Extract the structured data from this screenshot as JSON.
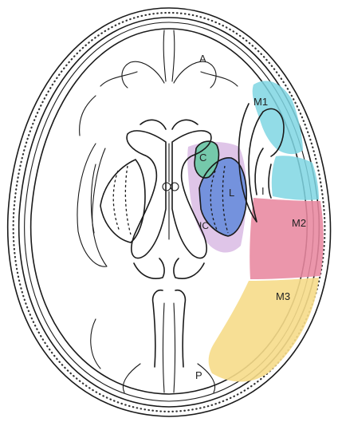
{
  "labels": {
    "A": "A",
    "M1": "M1",
    "C": "C",
    "L": "L",
    "I": "I",
    "IC": "IC",
    "M2": "M2",
    "M3": "M3",
    "P": "P"
  },
  "colors": {
    "M1": "#7fd6e3",
    "C": "#6fc9a8",
    "L": "#6e8fdc",
    "IC": "#d7b7e2",
    "I": "#7fd6e3",
    "M2": "#e8879f",
    "M3": "#f6dc8a"
  }
}
